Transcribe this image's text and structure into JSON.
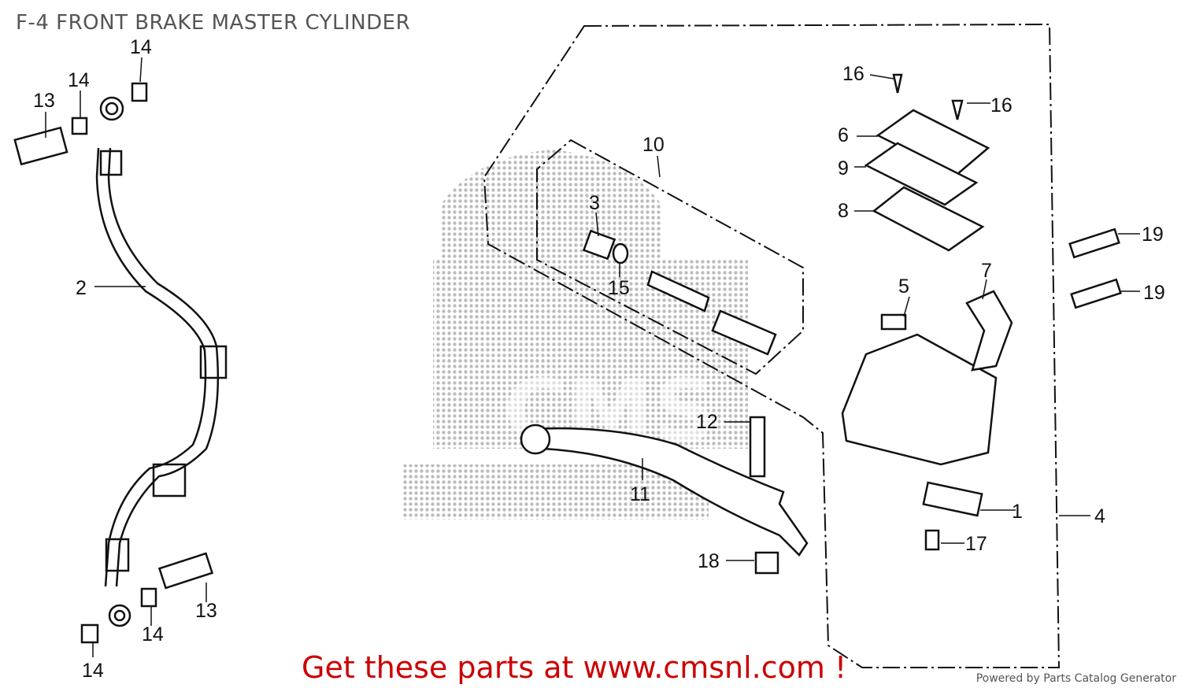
{
  "diagram": {
    "title": "F-4 FRONT BRAKE MASTER CYLINDER",
    "callouts": [
      "1",
      "2",
      "3",
      "4",
      "5",
      "6",
      "7",
      "8",
      "9",
      "10",
      "11",
      "12",
      "13",
      "13",
      "14",
      "14",
      "14",
      "14",
      "15",
      "16",
      "16",
      "17",
      "18",
      "19",
      "19"
    ],
    "watermark_text": "CMS"
  },
  "footer": {
    "promo": "Get these parts at www.cmsnl.com !",
    "powered_by": "Powered by Parts Catalog Generator"
  },
  "colors": {
    "promo": "#cc0000",
    "line_art": "#111111",
    "title": "#555555",
    "watermark": "#bcbcbc"
  }
}
